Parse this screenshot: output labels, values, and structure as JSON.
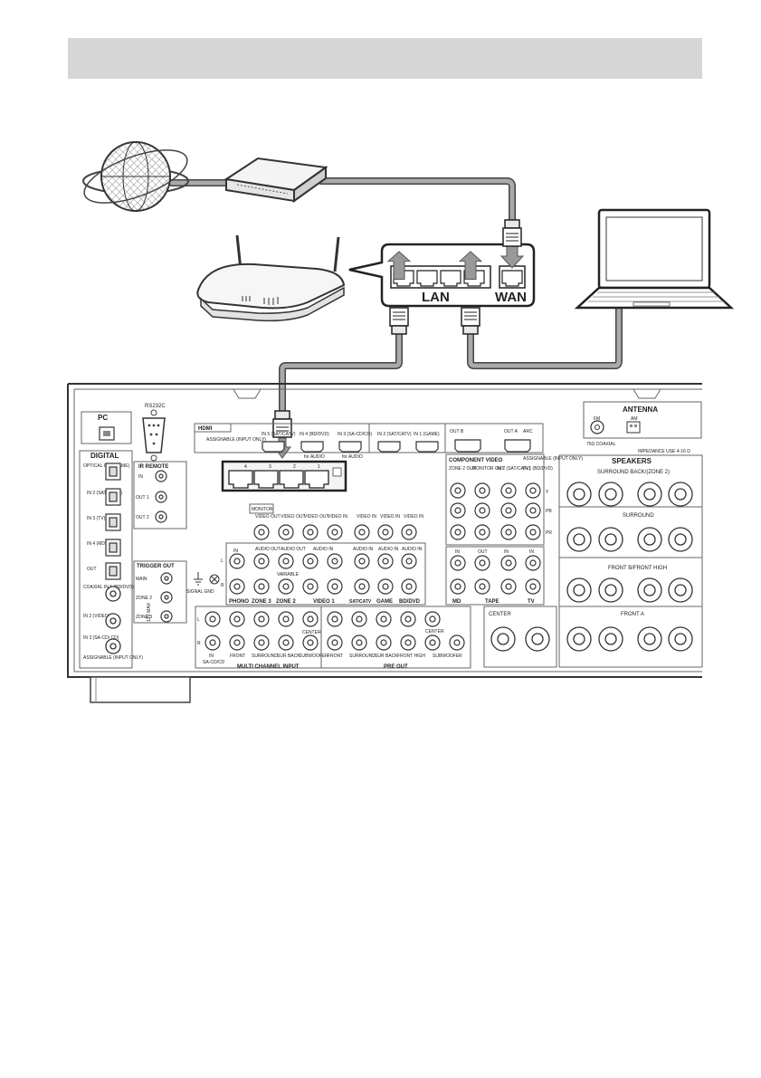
{
  "router_callout": {
    "lan": "LAN",
    "wan": "WAN"
  },
  "receiver": {
    "pc": "PC",
    "rs232c": "RS232C",
    "hdmi": "HDMI",
    "assignable_input_only": "ASSIGNABLE\n(INPUT ONLY)",
    "hdmi_in5": "IN 5\n(SAT/CATV)",
    "hdmi_in4": "IN 4\n(BD/DVD)",
    "hdmi_in3": "IN 3\n(SA-CD/CD)",
    "hdmi_in2": "IN 2\n(SAT/CATV)",
    "hdmi_in1": "IN 1\n(GAME)",
    "for_audio_1": "for AUDIO",
    "for_audio_2": "for AUDIO",
    "hdmi_out_b": "OUT B",
    "hdmi_out_a": "OUT A",
    "arc": "ARC",
    "antenna": "ANTENNA",
    "fm": "FM",
    "am": "AM",
    "fm_coaxial": "75Ω COAXIAL",
    "impedance": "IMPEDANCE USE 4-16 Ω",
    "speakers": "SPEAKERS",
    "surround_back": "SURROUND BACK/(ZONE 2)",
    "surround": "SURROUND",
    "front_b": "FRONT B/FRONT HIGH",
    "front_a": "FRONT A",
    "center_spk": "CENTER",
    "digital": "DIGITAL",
    "optical_in1": "OPTICAL\nIN 1\n(GAME)",
    "opt_in2": "IN 2\n(SAT/\nCATV)",
    "opt_in3": "IN 3\n(TV)",
    "opt_in4": "IN 4\n(MD)",
    "opt_out": "OUT",
    "coaxial_in1": "COAXIAL\nIN 1\n(BD/DVD)",
    "coax_in2": "IN 2\n(VIDEO 1)",
    "coax_in3": "IN 3\n(SA-CD/\nCD)",
    "digital_assignable": "ASSIGNABLE\n(INPUT ONLY)",
    "ir_remote": "IR REMOTE",
    "ir_in": "IN",
    "ir_out1": "OUT 1",
    "ir_out2": "OUT 2",
    "trigger_out": "TRIGGER OUT",
    "trig_main": "MAIN",
    "trig_zone2": "ZONE 2",
    "trig_zone3": "ZONE 3",
    "trig_note": "12V MAX",
    "lan_ports": [
      "4",
      "3",
      "2",
      "1"
    ],
    "signal_gnd": "SIGNAL GND",
    "component_video": "COMPONENT VIDEO",
    "cv_cols": [
      "ZONE 2\nOUT",
      "MONITOR\nOUT",
      "IN 2\n(SAT/CATV)",
      "IN 1\n(BD/DVD)"
    ],
    "assignable_2": "ASSIGNABLE\n(INPUT ONLY)",
    "cv_rows": [
      "Y",
      "PB",
      "PR"
    ],
    "monitor": "MONITOR",
    "video_out": "VIDEO\nOUT",
    "video_in": "VIDEO\nIN",
    "audio_out": "AUDIO\nOUT",
    "audio_in": "AUDIO\nIN",
    "variable": "VARIABLE",
    "out": "OUT",
    "in": "IN",
    "l": "L",
    "r": "R",
    "bottom_labels": [
      "PHONO",
      "ZONE 3",
      "ZONE 2",
      "VIDEO 1",
      "SAT/CATV",
      "GAME",
      "BD/DVD"
    ],
    "md": "MD",
    "tape": "TAPE",
    "tv": "TV",
    "mc_labels": [
      "FRONT",
      "SURROUND",
      "SUR BACK",
      "SUBWOOFER",
      "CENTER"
    ],
    "mc_in": "IN",
    "sa_cd": "SA-CD/CD",
    "multi_channel_input": "MULTI CHANNEL INPUT",
    "po_labels": [
      "FRONT",
      "SURROUND",
      "SUR BACK",
      "FRONT HIGH",
      "SUBWOOFER",
      "CENTER"
    ],
    "pre_out": "PRE OUT"
  }
}
